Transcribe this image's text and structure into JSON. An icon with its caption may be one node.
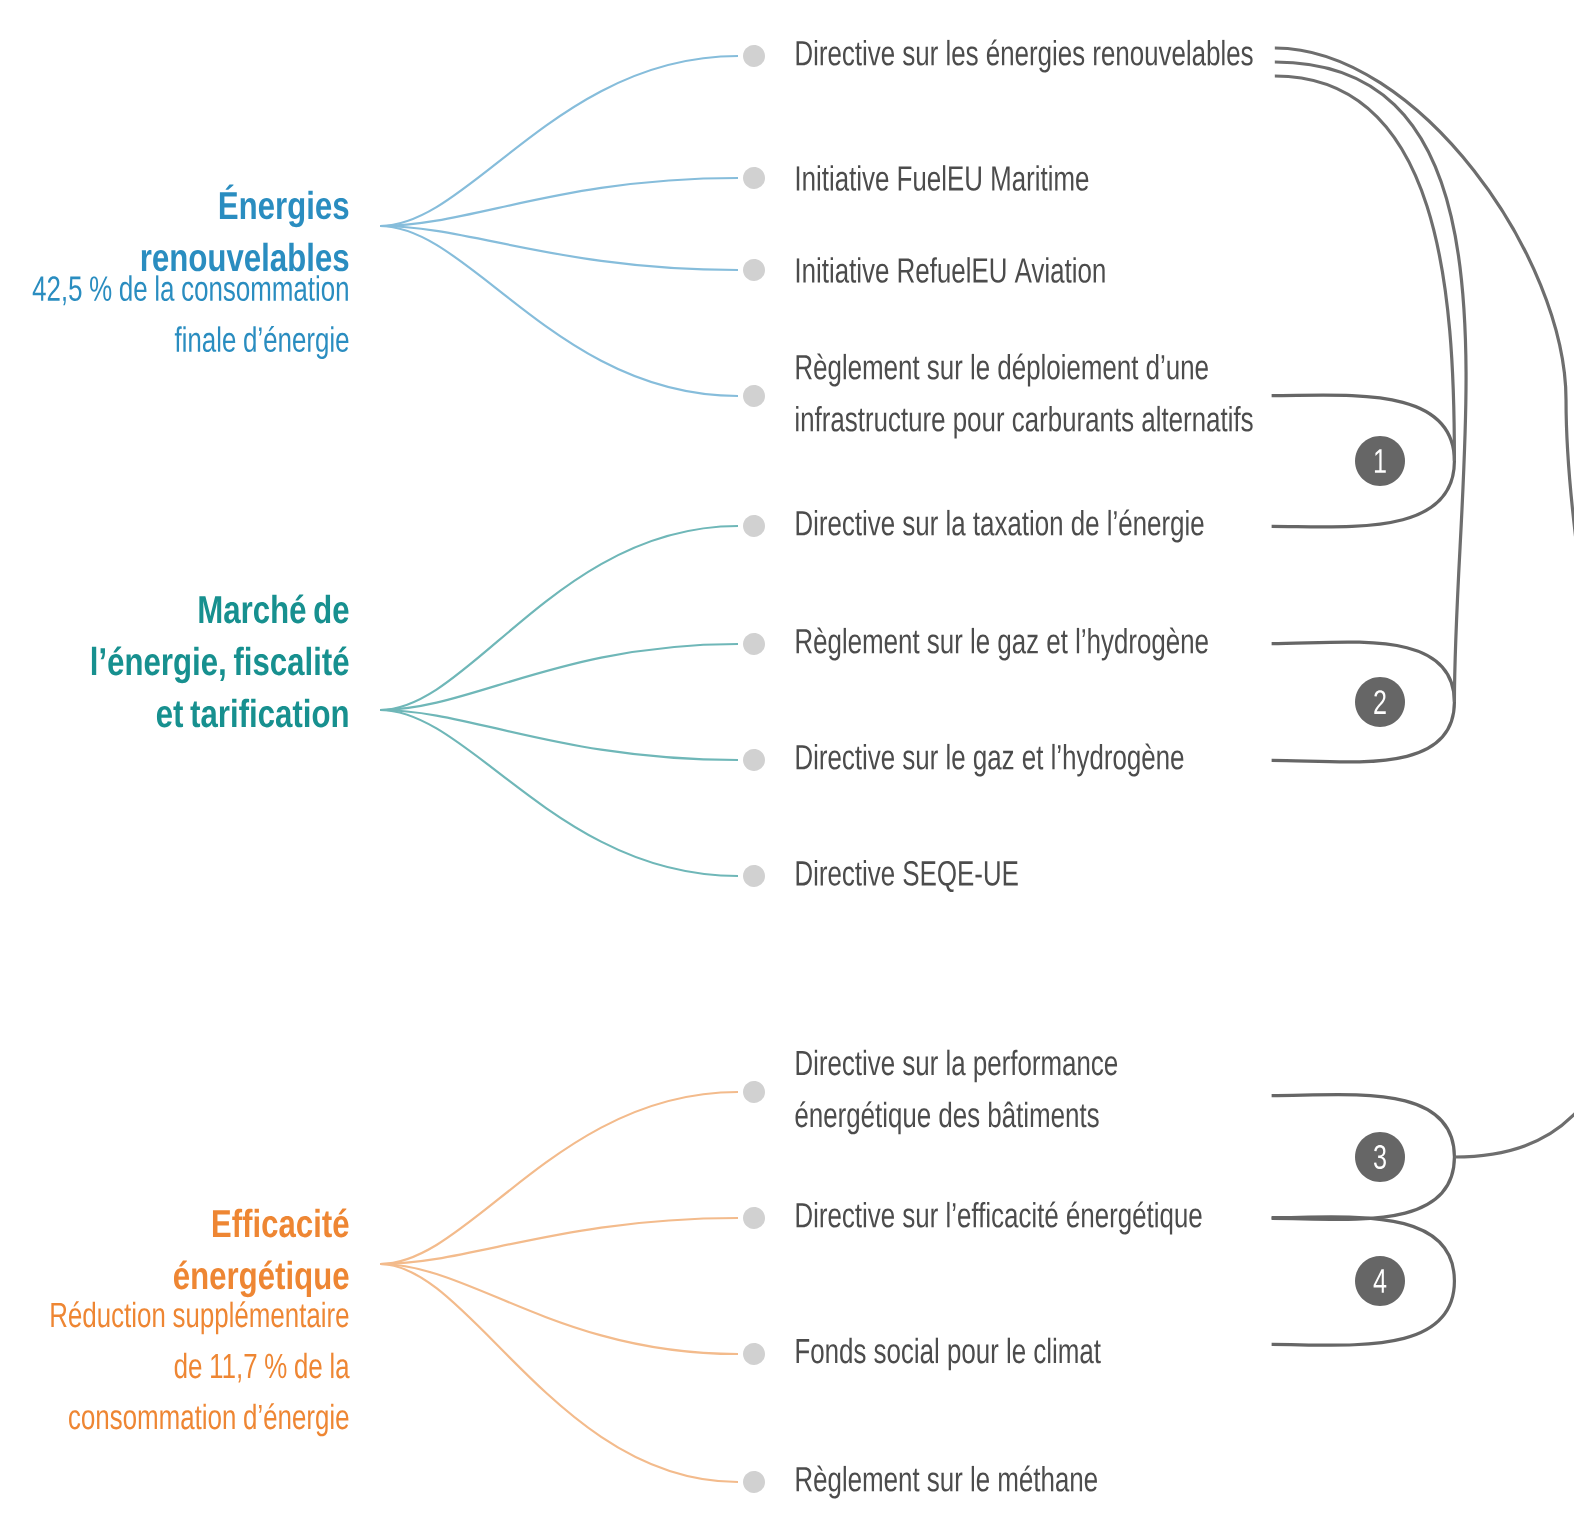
{
  "diagram": {
    "nodes": [
      {
        "text": [
          "Énergies renouvelables",
          "42,5 % de la consommation finale d’énergie"
        ]
      },
      {
        "text": [
          "Directive sur les énergies renouvelables"
        ]
      },
      {
        "text": [
          "Initiative FuelEU Maritime"
        ]
      },
      {
        "text": [
          "Initiative RefuelEU Aviation"
        ]
      },
      {
        "text": [
          "Règlement sur le déploiement d’une infrastructure pour carburants alternatifs"
        ]
      },
      {
        "text": [
          "1"
        ]
      },
      {
        "text": [
          "Directive sur la taxation de l’énergie"
        ]
      },
      {
        "text": [
          "Marché de l’énergie, fiscalité et tarification"
        ]
      },
      {
        "text": [
          "Règlement sur le gaz et l’hydrogène"
        ]
      },
      {
        "text": [
          "2"
        ]
      },
      {
        "text": [
          "Directive sur le gaz et l’hydrogène"
        ]
      },
      {
        "text": [
          "Directive SEQE-UE"
        ]
      },
      {
        "text": [
          "Directive sur la performance énergétique des bâtiments"
        ]
      },
      {
        "text": [
          "Efficacité énergétique",
          "Réduction supplémentaire de 11,7 % de la consommation d’énergie"
        ]
      },
      {
        "text": [
          "3"
        ]
      },
      {
        "text": [
          "Directive sur l’efficacité énergétique"
        ]
      },
      {
        "text": [
          "4"
        ]
      },
      {
        "text": [
          "Fonds social pour le climat"
        ]
      },
      {
        "text": [
          "Règlement sur le méthane"
        ]
      }
    ],
    "edges": [
      {
        "from": 0,
        "to": 1,
        "arrow": "none",
        "color": "#86bddb"
      },
      {
        "from": 0,
        "to": 2,
        "arrow": "none",
        "color": "#86bddb"
      },
      {
        "from": 0,
        "to": 3,
        "arrow": "none",
        "color": "#86bddb"
      },
      {
        "from": 0,
        "to": 4,
        "arrow": "none",
        "color": "#86bddb"
      },
      {
        "from": 7,
        "to": 6,
        "arrow": "none",
        "color": "#6fb7b8"
      },
      {
        "from": 7,
        "to": 8,
        "arrow": "none",
        "color": "#6fb7b8"
      },
      {
        "from": 7,
        "to": 10,
        "arrow": "none",
        "color": "#6fb7b8"
      },
      {
        "from": 7,
        "to": 11,
        "arrow": "none",
        "color": "#6fb7b8"
      },
      {
        "from": 13,
        "to": 12,
        "arrow": "none",
        "color": "#f3bb8c"
      },
      {
        "from": 13,
        "to": 15,
        "arrow": "none",
        "color": "#f3bb8c"
      },
      {
        "from": 13,
        "to": 17,
        "arrow": "none",
        "color": "#f3bb8c"
      },
      {
        "from": 13,
        "to": 18,
        "arrow": "none",
        "color": "#f3bb8c"
      },
      {
        "from": 1,
        "to": 5,
        "arrow": "none",
        "color": "#6e6e6e"
      },
      {
        "from": 1,
        "to": 9,
        "arrow": "none",
        "color": "#6e6e6e"
      },
      {
        "from": 1,
        "to": 14,
        "arrow": "none",
        "color": "#6e6e6e"
      }
    ]
  }
}
